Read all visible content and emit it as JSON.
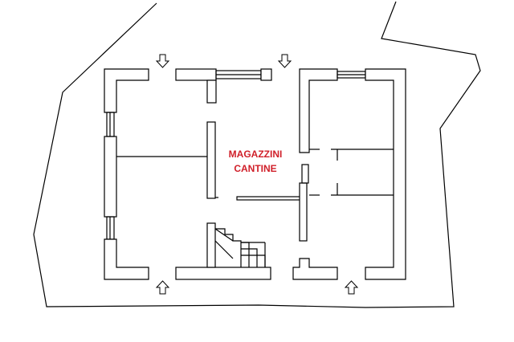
{
  "labels": {
    "line1": "MAGAZZINI",
    "line2": "CANTINE"
  },
  "colors": {
    "label": "#d0202a",
    "walls": "#000000",
    "background": "#ffffff"
  },
  "entrance_arrows": [
    {
      "id": "top-left",
      "direction": "down"
    },
    {
      "id": "top-center",
      "direction": "down"
    },
    {
      "id": "bottom-left",
      "direction": "up"
    },
    {
      "id": "bottom-right",
      "direction": "up"
    }
  ]
}
